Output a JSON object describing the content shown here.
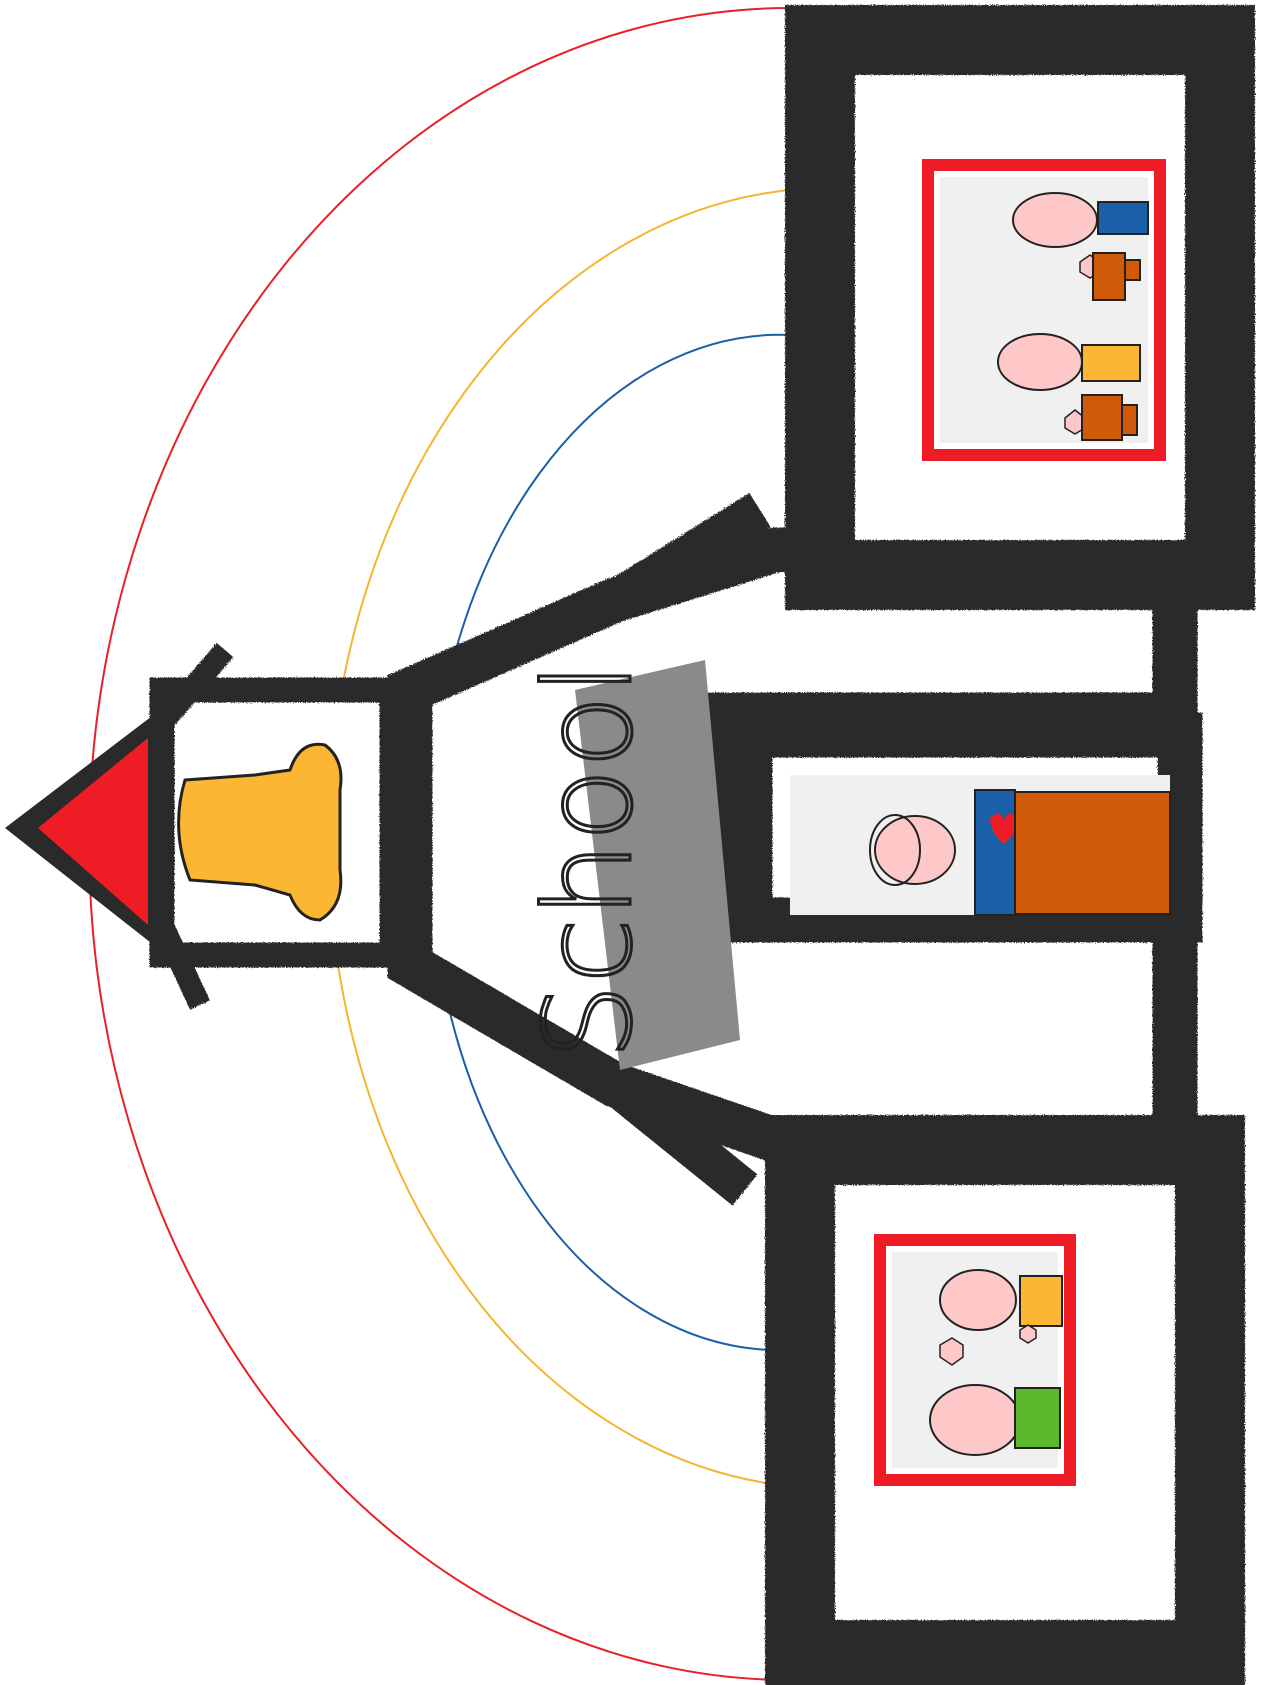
{
  "sign": {
    "text": "School"
  },
  "palette": {
    "outline": "#2a2a2a",
    "rainbow_outer": "#e8202a",
    "rainbow_middle": "#f5b531",
    "rainbow_inner": "#1a5fa8",
    "roof": "#ee1c25",
    "bell": "#fbb733",
    "sign_plate": "#8a8a8a",
    "frame_red": "#ee1c25",
    "skin": "#ffc8c8",
    "desk_brown": "#d05a08",
    "shirt_blue": "#1a5fa8",
    "shirt_yellow": "#fbb733",
    "shirt_green": "#5cb82c",
    "room_fill": "#f0f0f0"
  },
  "icons": [
    "school-building",
    "bell-icon",
    "heart-icon",
    "rainbow"
  ]
}
